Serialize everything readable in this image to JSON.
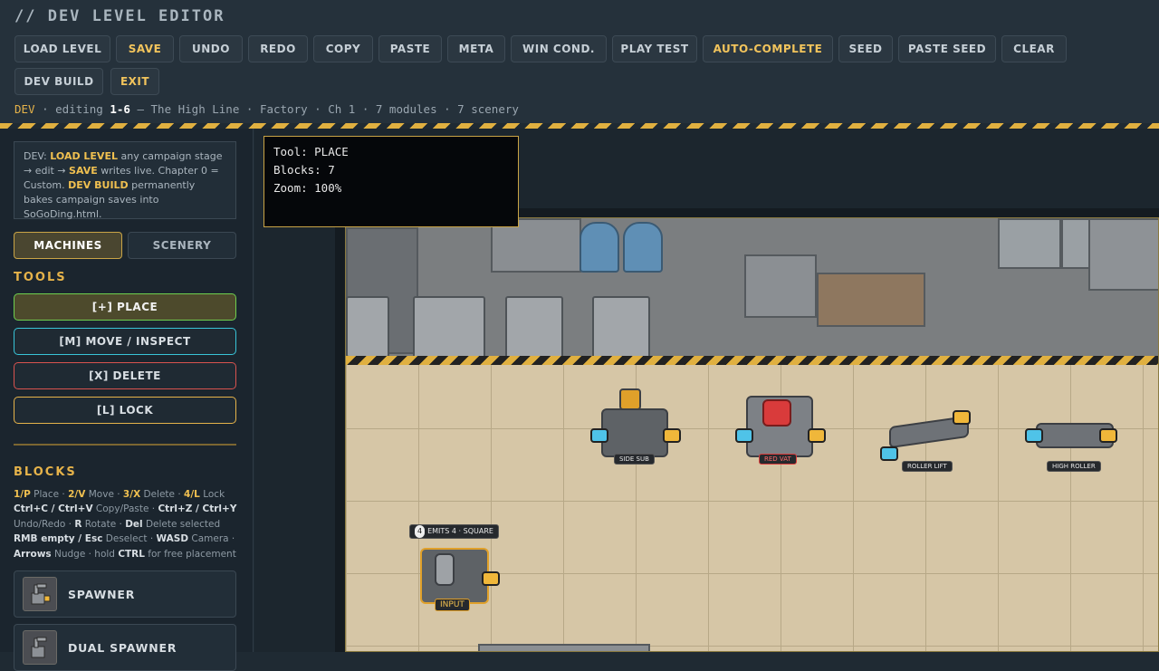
{
  "header": {
    "title": "// DEV LEVEL EDITOR",
    "buttons_row1": [
      "LOAD LEVEL",
      "SAVE",
      "UNDO",
      "REDO",
      "COPY",
      "PASTE",
      "META",
      "WIN COND.",
      "PLAY TEST",
      "AUTO-COMPLETE",
      "SEED",
      "PASTE SEED",
      "CLEAR"
    ],
    "buttons_row2": [
      "DEV BUILD",
      "EXIT"
    ],
    "highlighted": [
      "SAVE",
      "AUTO-COMPLETE",
      "EXIT"
    ],
    "status": {
      "dev": "DEV",
      "pre": " · editing ",
      "level": "1-6",
      "rest": " — The High Line · Factory · Ch 1 · 7 modules · 7 scenery"
    }
  },
  "sidebar": {
    "info": {
      "p1": "DEV: ",
      "k1": "LOAD LEVEL",
      "p2": " any campaign stage → edit → ",
      "k2": "SAVE",
      "p3": " writes live. Chapter 0 = Custom. ",
      "k3": "DEV BUILD",
      "p4": " permanently bakes campaign saves into SoGoDing.html."
    },
    "tabs": {
      "machines": "MACHINES",
      "scenery": "SCENERY"
    },
    "tools_heading": "TOOLS",
    "tools": [
      {
        "label": "[+] PLACE",
        "color": "#6fcf4e",
        "active": true
      },
      {
        "label": "[M] MOVE / INSPECT",
        "color": "#38c4d8",
        "active": false
      },
      {
        "label": "[X] DELETE",
        "color": "#d9534f",
        "active": false
      },
      {
        "label": "[L] LOCK",
        "color": "#e6b34a",
        "active": false
      }
    ],
    "blocks_heading": "BLOCKS",
    "keys": {
      "k1": "1/P",
      "t1": " Place · ",
      "k2": "2/V",
      "t2": " Move · ",
      "k3": "3/X",
      "t3": " Delete · ",
      "k4": "4/L",
      "t4": " Lock",
      "k5": "Ctrl+C / Ctrl+V",
      "t5": " Copy/Paste · ",
      "k6": "Ctrl+Z / Ctrl+Y",
      "t6": "Undo/Redo · ",
      "k7": "R",
      "t7": " Rotate · ",
      "k8": "Del",
      "t8": " Delete selected",
      "k9": "RMB empty / Esc",
      "t9": " Deselect · ",
      "k10": "WASD",
      "t10": " Camera ·",
      "k11": "Arrows",
      "t11": " Nudge · hold ",
      "k12": "CTRL",
      "t12": " for free placement"
    },
    "blocks": [
      "SPAWNER",
      "DUAL SPAWNER"
    ]
  },
  "tooltip": {
    "tool": "Tool: PLACE",
    "blocks": "Blocks: 7",
    "zoom": "Zoom: 100%"
  },
  "level": {
    "machines": {
      "side_sub": "SIDE SUB",
      "red_vat": "RED VAT",
      "roller_lift": "ROLLER LIFT",
      "high_roller": "HIGH ROLLER",
      "input": "INPUT",
      "emits": "EMITS 4 · SQUARE",
      "emits_count": "4"
    }
  },
  "colors": {
    "accent": "#e6b34a",
    "in_port": "#4fc3e8",
    "out_port": "#f0b73a"
  }
}
